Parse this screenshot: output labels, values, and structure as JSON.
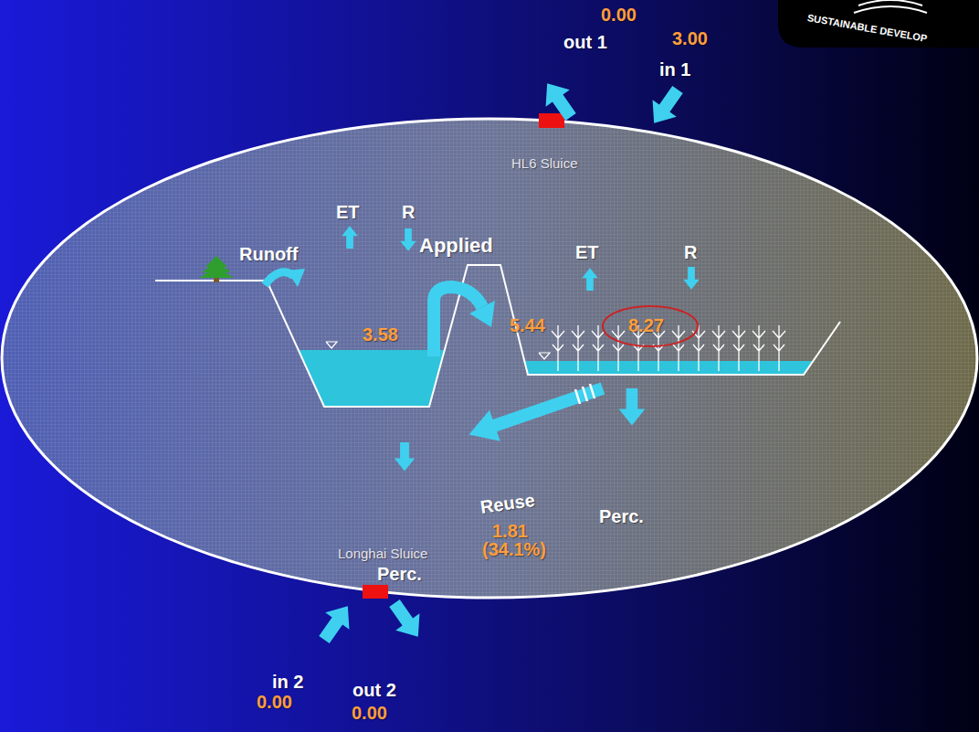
{
  "diagram": {
    "labels": [
      "0.00",
      "out 1",
      "3.00",
      "in 1",
      "SUSTAINABLE DEVELOP",
      "HL6 Sluice",
      "ET",
      "R",
      "Runoff",
      "Applied",
      "ET",
      "R",
      "3.58",
      "5.44",
      "8.27",
      "Reuse",
      "Perc.",
      "1.81",
      "(34.1%)",
      "Longhai Sluice",
      "Perc.",
      "in 2",
      "out 2",
      "0.00",
      "0.00"
    ]
  }
}
